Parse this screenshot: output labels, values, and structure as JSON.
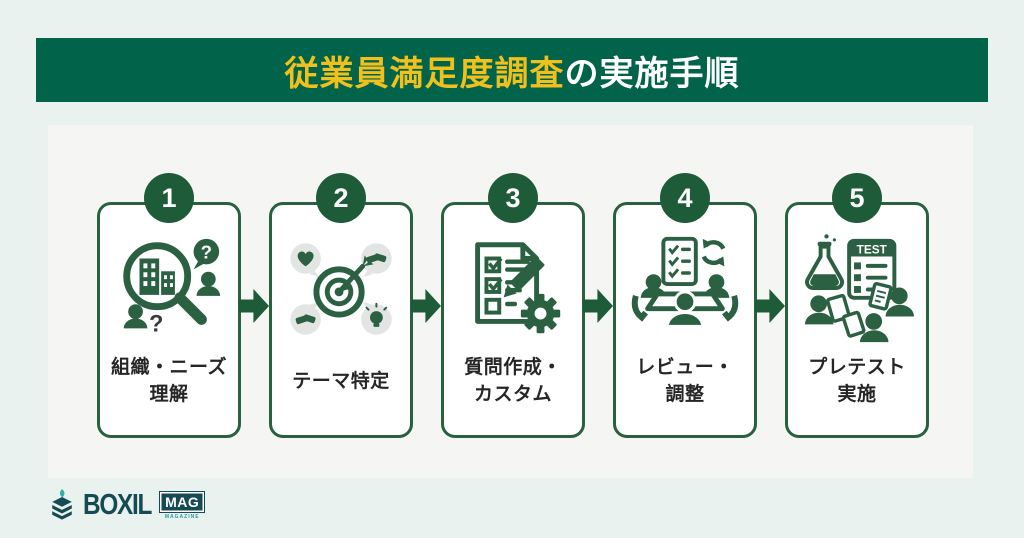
{
  "header": {
    "title_highlight": "従業員満足度調査",
    "title_rest": "の実施手順"
  },
  "steps": [
    {
      "number": "1",
      "label_line1": "組織・ニーズ",
      "label_line2": "理解",
      "icon": "magnifier-organization-icon"
    },
    {
      "number": "2",
      "label_line1": "テーマ特定",
      "label_line2": "",
      "icon": "target-themes-icon"
    },
    {
      "number": "3",
      "label_line1": "質問作成・",
      "label_line2": "カスタム",
      "icon": "checklist-pencil-gear-icon"
    },
    {
      "number": "4",
      "label_line1": "レビュー・",
      "label_line2": "調整",
      "icon": "meeting-review-icon"
    },
    {
      "number": "5",
      "label_line1": "プレテスト",
      "label_line2": "実施",
      "icon": "pretest-flask-icon",
      "icon_text": "TEST"
    }
  ],
  "footer": {
    "brand": "BOXIL",
    "badge": "MAG",
    "badge_sub": "MAGAZINE"
  },
  "colors": {
    "page_bg": "#e9f2ef",
    "panel_bg": "#f5f6f4",
    "banner_bg": "#00634a",
    "title_highlight": "#f0c11c",
    "title_rest": "#ffffff",
    "card_border": "#29603f",
    "number_badge_bg": "#1e5b38",
    "arrow": "#1e5b38",
    "icon_green": "#2b6043",
    "bubble_gray": "#e3e5e4",
    "label_text": "#262626",
    "brand_color": "#174b54",
    "brand_accent": "#2ab3ae"
  }
}
